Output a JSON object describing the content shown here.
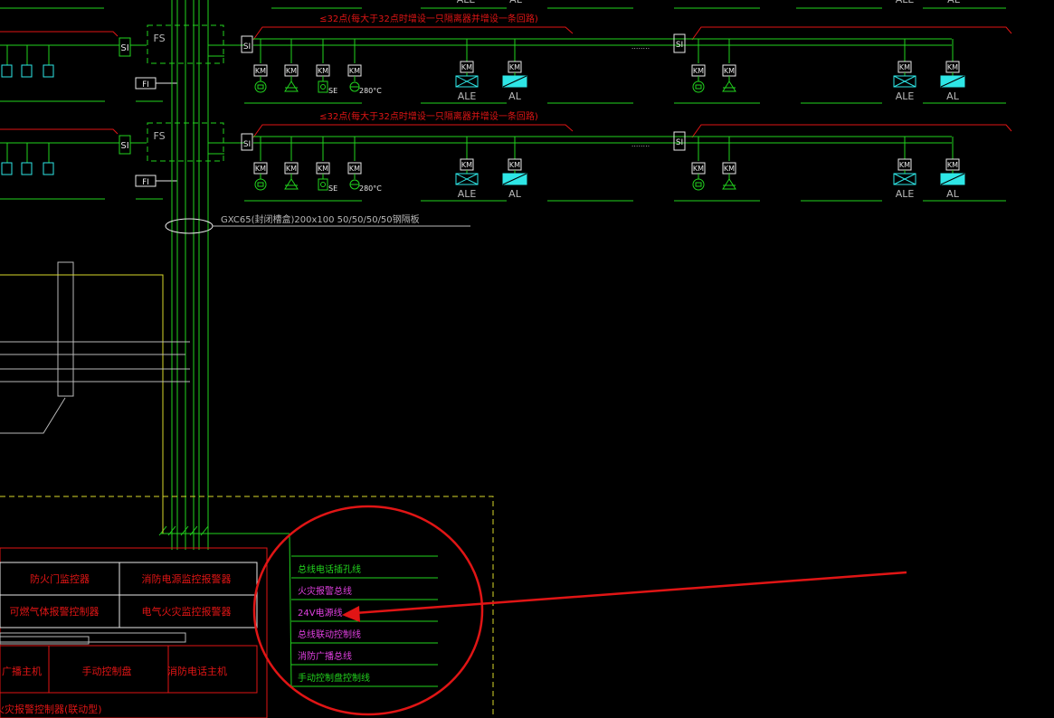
{
  "colors": {
    "background": "#000000",
    "wire": "#22d31e",
    "feeder_red": "#e01515",
    "label_gray": "#b8b8b8",
    "cyan": "#2ee6e6",
    "magenta": "#e040e0",
    "yellow": "#d8d82a",
    "white": "#e8e8e8"
  },
  "top_labels": [
    "ALE",
    "AL",
    "ALE",
    "AL"
  ],
  "rows": [
    {
      "feeder_note": "≤32点(每大于32点时增设一只隔离器并增设一条回路)",
      "fs_label": "FS",
      "si_left": "SI",
      "si_right": "SI",
      "fi_label": "FI",
      "si_module": "SI",
      "dots_mid": "........",
      "km": "KM",
      "temp_label": "280°C",
      "se_label": "SE",
      "ale": "ALE",
      "al": "AL"
    },
    {
      "feeder_note": "≤32点(每大于32点时增设一只隔离器并增设一条回路)",
      "fs_label": "FS",
      "si_left": "SI",
      "si_right": "SI",
      "fi_label": "FI",
      "si_module": "SI",
      "dots_mid": "........",
      "km": "KM",
      "temp_label": "280°C",
      "se_label": "SE",
      "ale": "ALE",
      "al": "AL"
    }
  ],
  "trunking_label": "GXC65(封闭槽盒)200x100  50/50/50/50钢隔板",
  "equipment": {
    "row1": [
      "防火门监控器",
      "消防电源监控报警器"
    ],
    "row2": [
      "可燃气体报警控制器",
      "电气火灾监控报警器"
    ],
    "row3": [
      "广播主机",
      "手动控制盘",
      "消防电话主机"
    ],
    "bottom": "火灾报警控制器(联动型)"
  },
  "legend": [
    {
      "text": "总线电话插孔线",
      "color": "#22d31e"
    },
    {
      "text": "火灾报警总线",
      "color": "#e040e0"
    },
    {
      "text": "24V电源线",
      "color": "#e040e0"
    },
    {
      "text": "总线联动控制线",
      "color": "#e040e0"
    },
    {
      "text": "消防广播总线",
      "color": "#e040e0"
    },
    {
      "text": "手动控制盘控制线",
      "color": "#22d31e"
    }
  ]
}
